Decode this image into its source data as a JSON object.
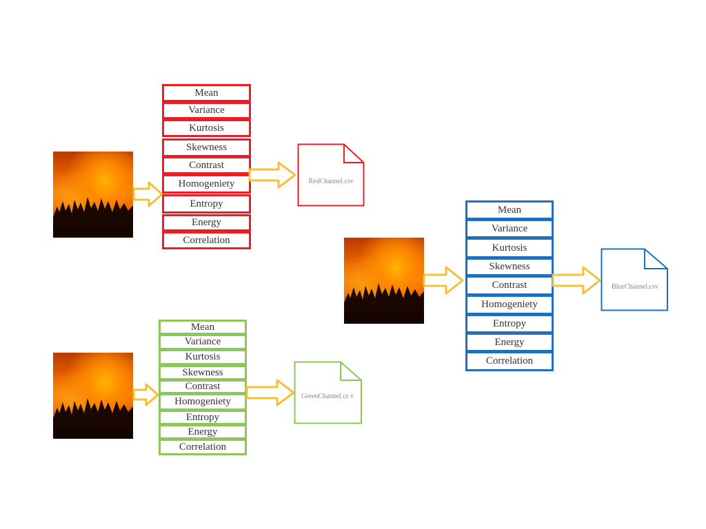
{
  "colors": {
    "red": "#ee1c24",
    "green": "#8cc757",
    "blue": "#1f6fc0",
    "arrow": "#f5c037"
  },
  "red_panel": {
    "features": [
      "Mean",
      "Variance",
      "Kurtosis",
      "Skewness",
      "Contrast",
      "Homogeniety",
      "Entropy",
      "Energy",
      "Correlation"
    ],
    "file_label": "RedChannel.csv"
  },
  "green_panel": {
    "features": [
      "Mean",
      "Variance",
      "Kurtosis",
      "Skewness",
      "Contrast",
      "Homogeniety",
      "Entropy",
      "Energy",
      "Correlation"
    ],
    "file_label": "GreenChannel.cs v"
  },
  "blue_panel": {
    "features": [
      "Mean",
      "Variance",
      "Kurtosis",
      "Skewness",
      "Contrast",
      "Homogeniety",
      "Entropy",
      "Energy",
      "Correlation"
    ],
    "file_label": "BlueChannel.csv"
  }
}
